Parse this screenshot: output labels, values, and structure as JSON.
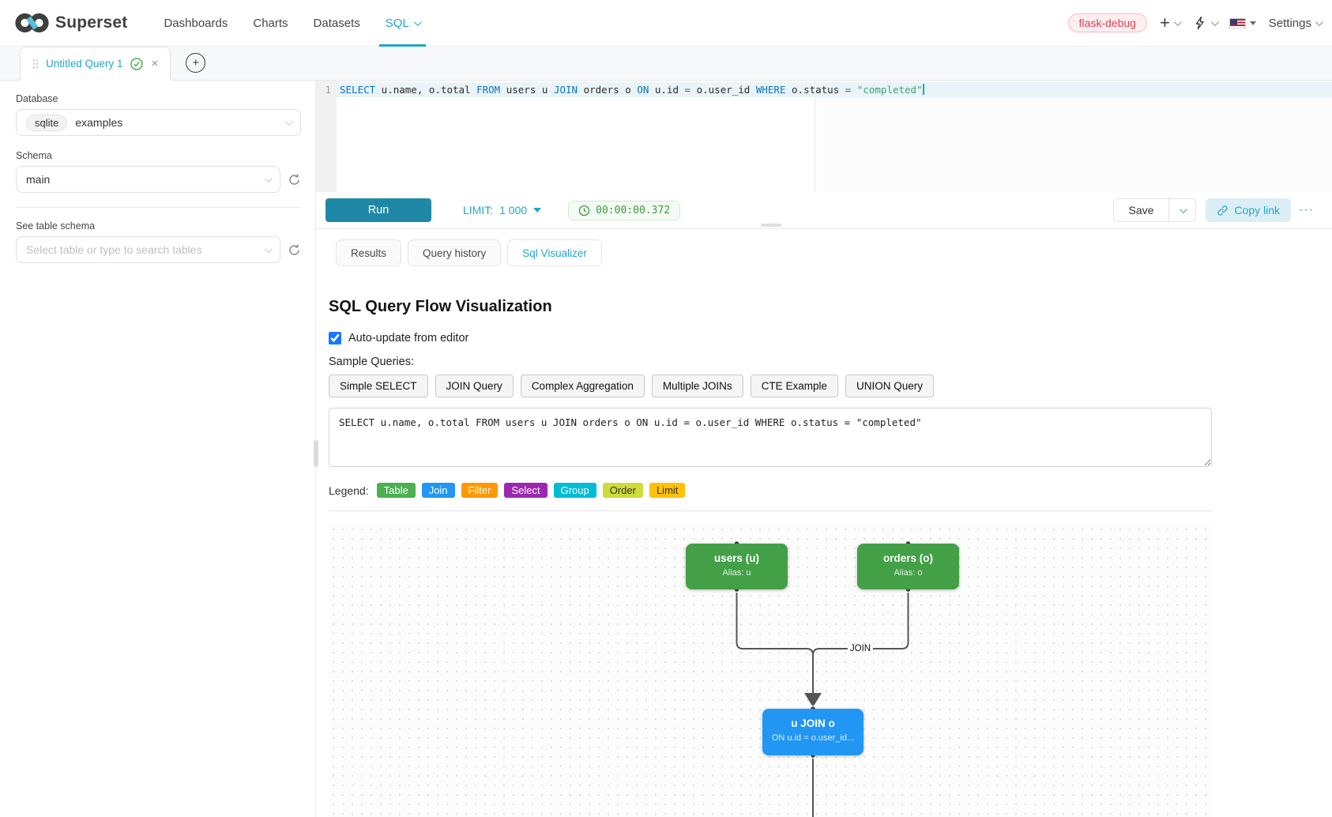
{
  "navbar": {
    "brand": "Superset",
    "items": [
      "Dashboards",
      "Charts",
      "Datasets",
      "SQL"
    ],
    "active_item": "SQL",
    "env_badge": "flask-debug",
    "settings_label": "Settings",
    "icons": {
      "plus": "+",
      "lightning": "lightning-bolt",
      "flag": "us-flag"
    }
  },
  "colors": {
    "accent_teal": "#20a7c9",
    "run_button": "#1f88a7",
    "env_badge_red": "#e04355",
    "node_green": "#43a047",
    "node_blue": "#2196f3",
    "edge_gray": "#555555"
  },
  "query_tab": {
    "title": "Untitled Query 1",
    "close": "×",
    "add": "+"
  },
  "sidebar": {
    "database_label": "Database",
    "database_engine": "sqlite",
    "database_value": "examples",
    "schema_label": "Schema",
    "schema_value": "main",
    "table_label": "See table schema",
    "table_placeholder": "Select table or type to search tables"
  },
  "editor": {
    "line_number": "1",
    "tokens": [
      {
        "t": "SELECT"
      },
      {
        "t": " u.name, o.total "
      },
      {
        "t": "FROM"
      },
      {
        "t": " users u "
      },
      {
        "t": "JOIN"
      },
      {
        "t": " orders o "
      },
      {
        "t": "ON"
      },
      {
        "t": " u.id "
      },
      {
        "t": "="
      },
      {
        "t": " o.user_id "
      },
      {
        "t": "WHERE"
      },
      {
        "t": " o.status "
      },
      {
        "t": "="
      },
      {
        "t": " "
      },
      {
        "t": "\"completed\""
      }
    ]
  },
  "toolbar": {
    "run_label": "Run",
    "limit_label": "LIMIT:",
    "limit_value": "1 000",
    "timer": "00:00:00.372",
    "save_label": "Save",
    "copy_link_label": "Copy link",
    "more_label": "···"
  },
  "south_tabs": {
    "tabs": [
      "Results",
      "Query history",
      "Sql Visualizer"
    ],
    "active": "Sql Visualizer"
  },
  "viz": {
    "title": "SQL Query Flow Visualization",
    "auto_update_label": "Auto-update from editor",
    "auto_update_checked": "true",
    "sample_label": "Sample Queries:",
    "samples": [
      "Simple SELECT",
      "JOIN Query",
      "Complex Aggregation",
      "Multiple JOINs",
      "CTE Example",
      "UNION Query"
    ],
    "query_text": "SELECT u.name, o.total FROM users u JOIN orders o ON u.id = o.user_id WHERE o.status = \"completed\"",
    "legend_label": "Legend:",
    "legend": [
      {
        "label": "Table",
        "style": "background:#4caf50;color:#fff"
      },
      {
        "label": "Join",
        "style": "background:#2196f3;color:#fff"
      },
      {
        "label": "Filter",
        "style": "background:#ff9800;color:#fff"
      },
      {
        "label": "Select",
        "style": "background:#9c27b0;color:#fff"
      },
      {
        "label": "Group",
        "style": "background:#00bcd4;color:#fff"
      },
      {
        "label": "Order",
        "style": "background:#cddc39;color:#333"
      },
      {
        "label": "Limit",
        "style": "background:#ffc107;color:#333"
      }
    ],
    "flow": {
      "nodes": [
        {
          "title": "users (u)",
          "subtitle": "Alias: u"
        },
        {
          "title": "orders (o)",
          "subtitle": "Alias: o"
        },
        {
          "title": "u JOIN o",
          "subtitle": "ON u.id = o.user_id..."
        }
      ],
      "edge_label": "JOIN"
    }
  }
}
